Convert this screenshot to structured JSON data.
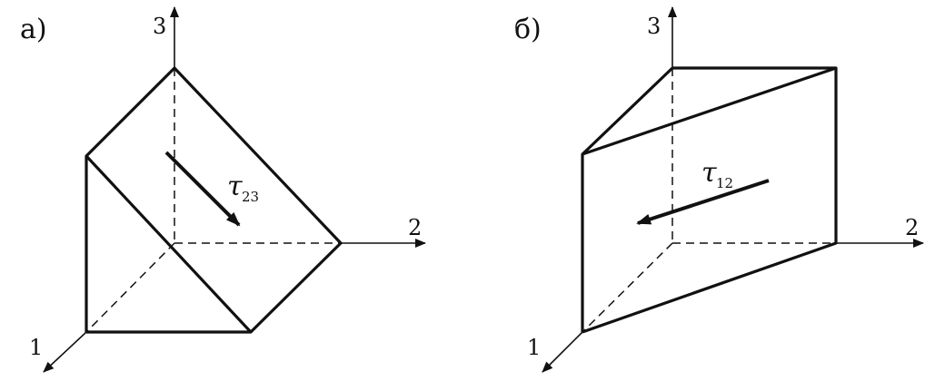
{
  "panels": [
    {
      "label": "а)",
      "axes": {
        "x1": "1",
        "x2": "2",
        "x3": "3"
      },
      "stress": {
        "symbol": "τ",
        "subscript": "23"
      }
    },
    {
      "label": "б)",
      "axes": {
        "x1": "1",
        "x2": "2",
        "x3": "3"
      },
      "stress": {
        "symbol": "τ",
        "subscript": "12"
      }
    }
  ],
  "colors": {
    "ink": "#111111",
    "background": "#ffffff"
  }
}
